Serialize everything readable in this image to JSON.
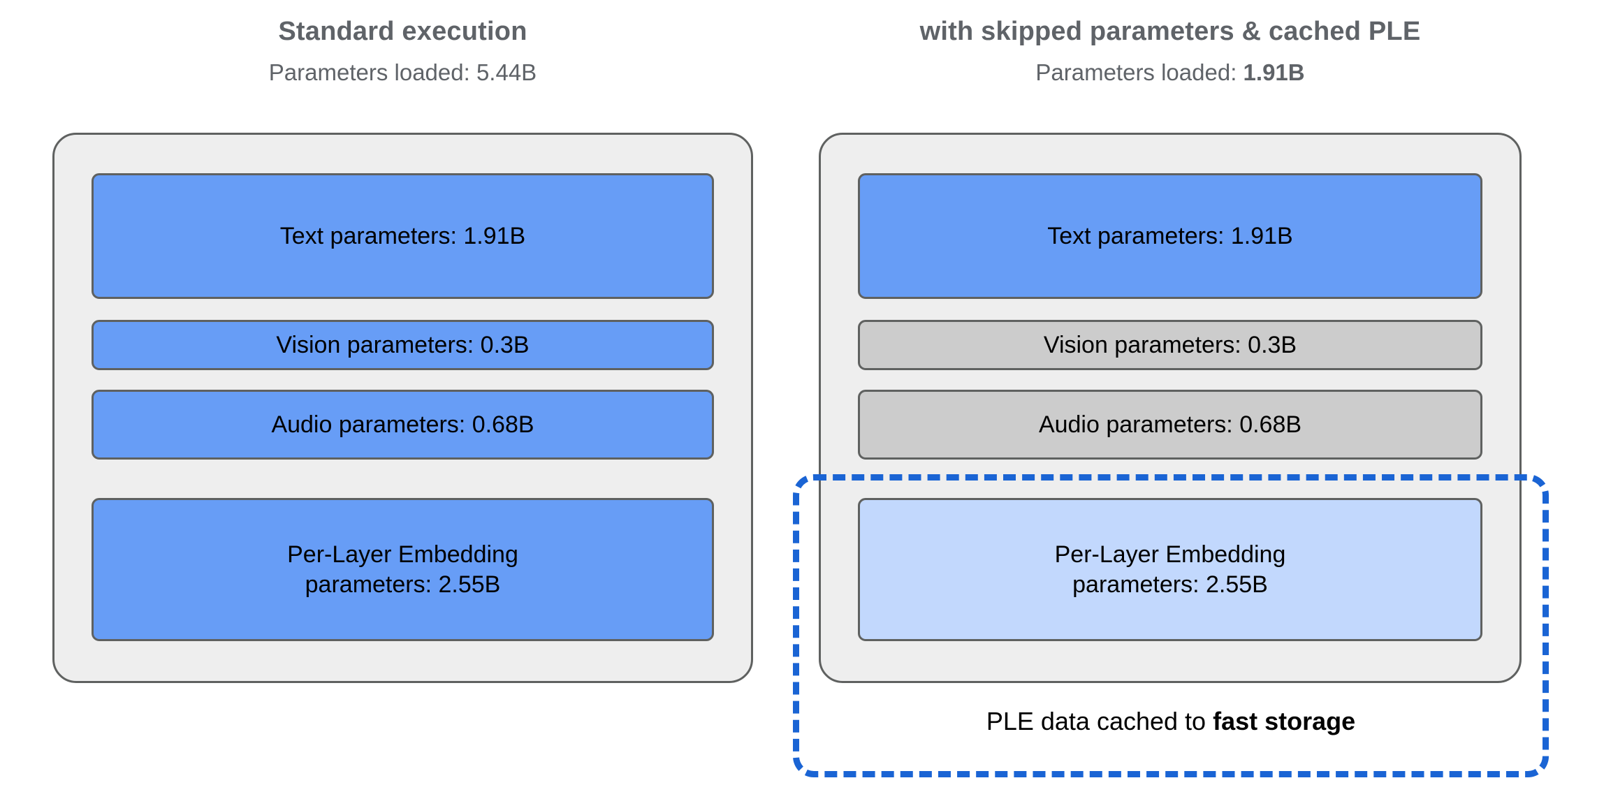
{
  "colors": {
    "active_block": "#679df6",
    "skipped_block": "#cccccc",
    "cached_block": "#c2d8fd",
    "panel_bg": "#eeeeee",
    "panel_border": "#5f6160",
    "dashed_accent": "#1a64d4",
    "heading_text": "#5f6368",
    "body_text": "#000000"
  },
  "columns": [
    {
      "id": "standard",
      "title": "Standard execution",
      "subtitle_prefix": "Parameters loaded: ",
      "subtitle_value": "5.44B",
      "subtitle_value_bold": false,
      "blocks": [
        {
          "id": "text",
          "label": "Text parameters: 1.91B",
          "state": "active"
        },
        {
          "id": "vision",
          "label": "Vision parameters: 0.3B",
          "state": "active"
        },
        {
          "id": "audio",
          "label": "Audio parameters: 0.68B",
          "state": "active"
        },
        {
          "id": "ple",
          "label": "Per-Layer Embedding\nparameters: 2.55B",
          "state": "active"
        }
      ]
    },
    {
      "id": "skipped-cached",
      "title": "with skipped parameters & cached PLE",
      "subtitle_prefix": "Parameters loaded: ",
      "subtitle_value": "1.91B",
      "subtitle_value_bold": true,
      "blocks": [
        {
          "id": "text",
          "label": "Text parameters: 1.91B",
          "state": "active"
        },
        {
          "id": "vision",
          "label": "Vision parameters: 0.3B",
          "state": "skipped"
        },
        {
          "id": "audio",
          "label": "Audio parameters: 0.68B",
          "state": "skipped"
        },
        {
          "id": "ple",
          "label": "Per-Layer Embedding\nparameters: 2.55B",
          "state": "cached"
        }
      ]
    }
  ],
  "cache_region": {
    "caption_prefix": "PLE data cached to ",
    "caption_emphasis": "fast storage"
  }
}
